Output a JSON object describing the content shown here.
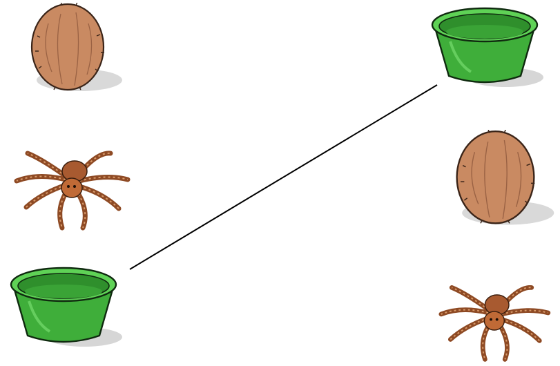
{
  "game": {
    "type": "matching",
    "left_column": [
      {
        "item": "coconut",
        "icon": "coconut-icon"
      },
      {
        "item": "spider",
        "icon": "spider-icon"
      },
      {
        "item": "bowl",
        "icon": "bowl-icon"
      }
    ],
    "right_column": [
      {
        "item": "bowl",
        "icon": "bowl-icon"
      },
      {
        "item": "coconut",
        "icon": "coconut-icon"
      },
      {
        "item": "spider",
        "icon": "spider-icon"
      }
    ],
    "matches": [
      {
        "left_index": 2,
        "right_index": 0
      }
    ]
  },
  "colors": {
    "coconut": "#c98a62",
    "spider": "#b86a3c",
    "bowl": "#3fae3a",
    "line": "#000000"
  }
}
